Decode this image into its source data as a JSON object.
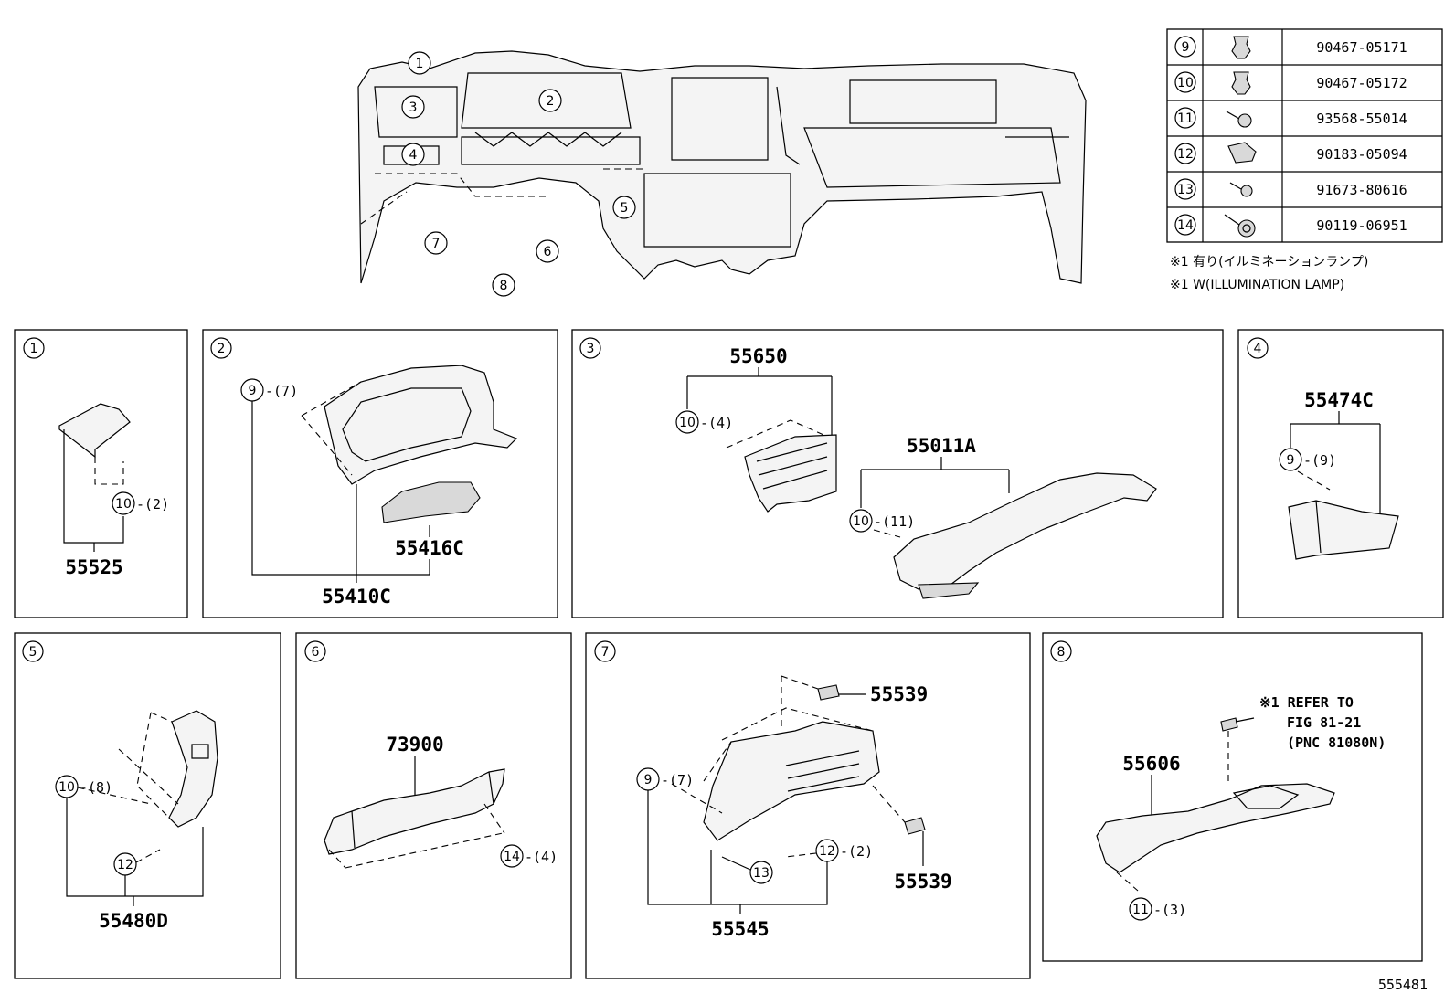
{
  "fastener_table": [
    {
      "ref": "9",
      "icon": "push-clip-icon",
      "part": "90467-05171"
    },
    {
      "ref": "10",
      "icon": "push-clip-icon",
      "part": "90467-05172"
    },
    {
      "ref": "11",
      "icon": "screw-icon",
      "part": "93568-55014"
    },
    {
      "ref": "12",
      "icon": "nut-clip-icon",
      "part": "90183-05094"
    },
    {
      "ref": "13",
      "icon": "screw-icon",
      "part": "91673-80616"
    },
    {
      "ref": "14",
      "icon": "flange-bolt-icon",
      "part": "90119-06951"
    }
  ],
  "notes": {
    "jp": "※1 有り(イルミネーションランプ)",
    "en": "※1 W(ILLUMINATION LAMP)"
  },
  "overview_callouts": [
    "1",
    "2",
    "3",
    "4",
    "5",
    "6",
    "7",
    "8"
  ],
  "panels": {
    "p1": {
      "num": "1",
      "fastener": "10",
      "qty": "-(2)",
      "part": "55525"
    },
    "p2": {
      "num": "2",
      "fastener": "9",
      "qty": "-(7)",
      "part_a": "55416C",
      "part_b": "55410C"
    },
    "p3": {
      "num": "3",
      "part_a": "55650",
      "fastener_a": "10",
      "qty_a": "-(4)",
      "part_b": "55011A",
      "fastener_b": "10",
      "qty_b": "-(11)"
    },
    "p4": {
      "num": "4",
      "part": "55474C",
      "fastener": "9",
      "qty": "-(9)"
    },
    "p5": {
      "num": "5",
      "fastener_a": "10",
      "qty_a": "-(8)",
      "fastener_b": "12",
      "part": "55480D"
    },
    "p6": {
      "num": "6",
      "part": "73900",
      "fastener": "14",
      "qty": "-(4)"
    },
    "p7": {
      "num": "7",
      "part_top": "55539",
      "part_mid": "55539",
      "fastener_a": "9",
      "qty_a": "-(7)",
      "fastener_b": "13",
      "fastener_c": "12",
      "qty_c": "-(2)",
      "part": "55545"
    },
    "p8": {
      "num": "8",
      "ref_line1": "※1 REFER TO",
      "ref_line2": "FIG 81-21",
      "ref_line3": "(PNC 81080N)",
      "part": "55606",
      "fastener": "11",
      "qty": "-(3)"
    }
  },
  "figure_id": "555481"
}
